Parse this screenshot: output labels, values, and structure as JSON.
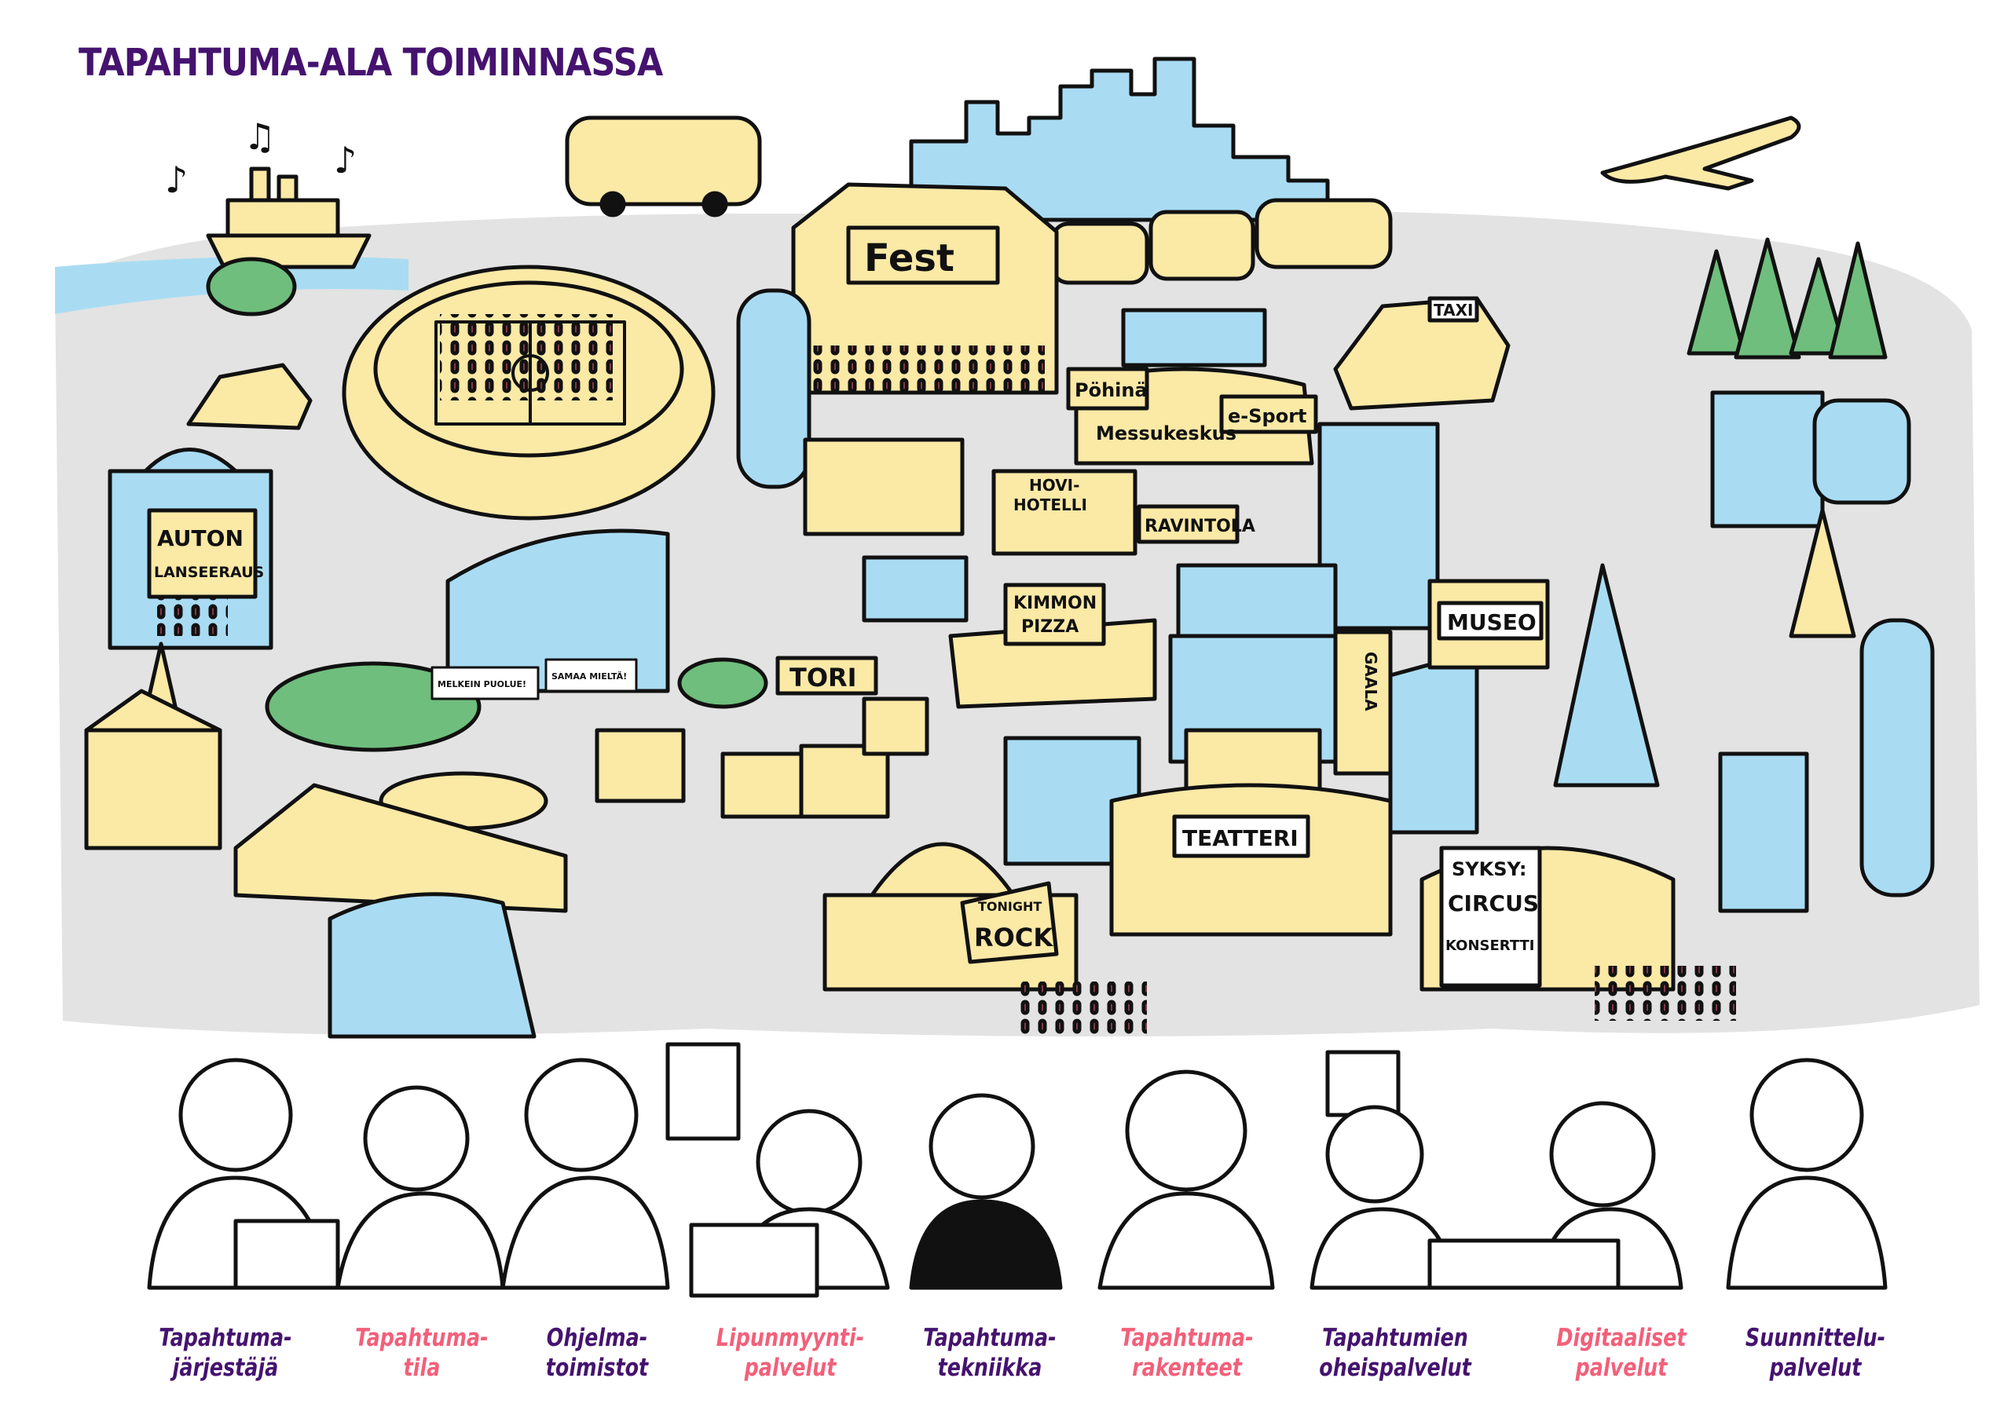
{
  "title": "TAPAHTUMA-ALA TOIMINNASSA",
  "colors": {
    "title": "#45136f",
    "accent_pink": "#f2607a",
    "building_blue": "#a9dcf3",
    "building_yellow": "#fbe9a6",
    "ground": "#e3e3e3",
    "trees": "#6fbe7d"
  },
  "signs": {
    "fest": "Fest",
    "pohina": "Pöhinä",
    "esport": "e-Sport",
    "messukeskus": "Messukeskus",
    "hotel_1": "HOVI-",
    "hotel_2": "HOTELLI",
    "ravintola": "RAVINTOLA",
    "auton_1": "AUTON",
    "auton_2": "LANSEERAUS",
    "pizza_1": "KIMMON",
    "pizza_2": "PIZZA",
    "tori": "TORI",
    "museo": "MUSEO",
    "gaala": "GAALA",
    "teatteri": "TEATTERI",
    "rock_1": "TONIGHT",
    "rock_2": "ROCK",
    "circus_1": "SYKSY:",
    "circus_2": "CIRCUS",
    "circus_3": "KONSERTTI",
    "taxi": "TAXI",
    "protest_1": "MELKEIN PUOLUE!",
    "protest_2": "SAMAA MIELTÄ!"
  },
  "roles": [
    {
      "line1": "Tapahtuma-",
      "line2": "järjestäjä",
      "color": "purple"
    },
    {
      "line1": "Tapahtuma-",
      "line2": "tila",
      "color": "pink"
    },
    {
      "line1": "Ohjelma-",
      "line2": "toimistot",
      "color": "purple"
    },
    {
      "line1": "Lipunmyynti-",
      "line2": "palvelut",
      "color": "pink"
    },
    {
      "line1": "Tapahtuma-",
      "line2": "tekniikka",
      "color": "purple"
    },
    {
      "line1": "Tapahtuma-",
      "line2": "rakenteet",
      "color": "pink"
    },
    {
      "line1": "Tapahtumien",
      "line2": "oheispalvelut",
      "color": "purple"
    },
    {
      "line1": "Digitaaliset",
      "line2": "palvelut",
      "color": "pink"
    },
    {
      "line1": "Suunnittelu-",
      "line2": "palvelut",
      "color": "purple"
    }
  ]
}
